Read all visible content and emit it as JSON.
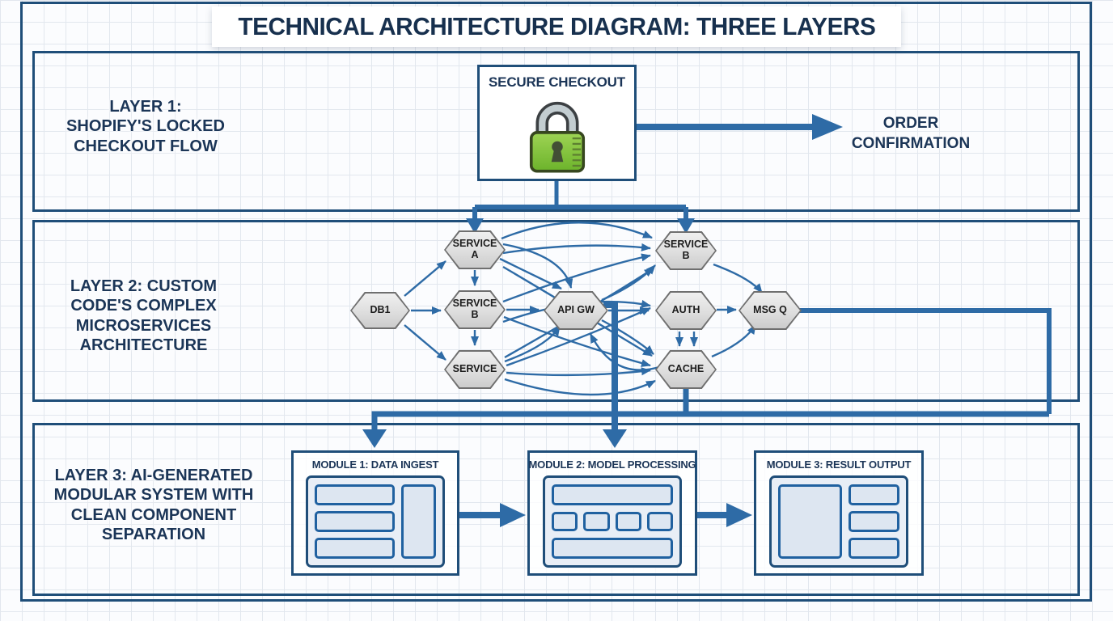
{
  "title": "TECHNICAL ARCHITECTURE DIAGRAM: THREE LAYERS",
  "layers": {
    "layer1": {
      "label": "LAYER 1:\nSHOPIFY'S LOCKED\nCHECKOUT FLOW",
      "checkout": {
        "title": "SECURE CHECKOUT",
        "icon": "padlock-icon"
      },
      "result_label": "ORDER\nCONFIRMATION"
    },
    "layer2": {
      "label": "LAYER 2: CUSTOM\nCODE'S COMPLEX\nMICROSERVICES\nARCHITECTURE",
      "nodes": [
        {
          "id": "db1",
          "label": "DB1"
        },
        {
          "id": "service-a",
          "label": "SERVICE\nA"
        },
        {
          "id": "service-b-left",
          "label": "SERVICE\nB"
        },
        {
          "id": "service",
          "label": "SERVICE"
        },
        {
          "id": "api-gw",
          "label": "API GW"
        },
        {
          "id": "service-b-right",
          "label": "SERVICE\nB"
        },
        {
          "id": "auth",
          "label": "AUTH"
        },
        {
          "id": "cache",
          "label": "CACHE"
        },
        {
          "id": "msg-q",
          "label": "MSG Q"
        }
      ]
    },
    "layer3": {
      "label": "LAYER 3: AI-GENERATED\nMODULAR SYSTEM WITH\nCLEAN COMPONENT\nSEPARATION",
      "modules": [
        {
          "title": "MODULE 1: DATA INGEST"
        },
        {
          "title": "MODULE 2: MODEL PROCESSING"
        },
        {
          "title": "MODULE 3: RESULT OUTPUT"
        }
      ]
    }
  },
  "colors": {
    "ink": "#1d3a5f",
    "box_border": "#1f4e79",
    "arrow": "#2e6ba6",
    "hexagon_fill": "#dedede",
    "hexagon_border": "#6f6f6f",
    "lock_green": "#86c440",
    "module_fill": "#dde6f1"
  }
}
